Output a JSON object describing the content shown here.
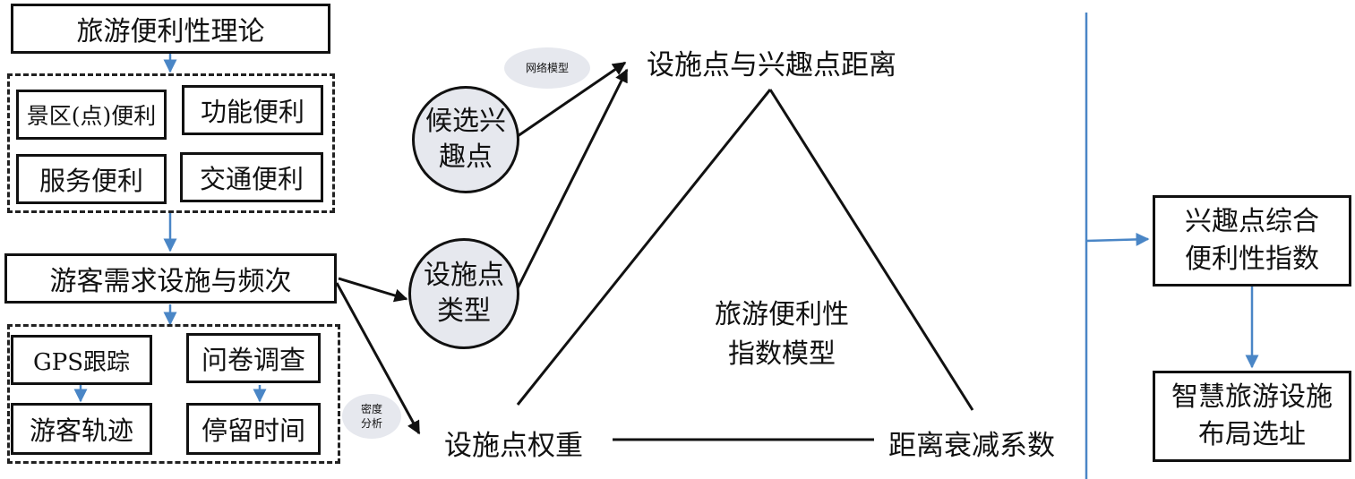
{
  "theory": {
    "title": "旅游便利性理论",
    "items": [
      "景区(点)便利",
      "功能便利",
      "服务便利",
      "交通便利"
    ]
  },
  "demand": {
    "title": "游客需求设施与频次",
    "items": [
      "GPS跟踪",
      "问卷调查",
      "游客轨迹",
      "停留时间"
    ]
  },
  "circles": {
    "candidate": [
      "候选兴",
      "趣点"
    ],
    "facility_type": [
      "设施点",
      "类型"
    ]
  },
  "bubbles": {
    "network": "网络模型",
    "density": [
      "密度",
      "分析"
    ]
  },
  "triangle": {
    "top": "设施点与兴趣点距离",
    "left": "设施点权重",
    "right": "距离衰减系数",
    "center": [
      "旅游便利性",
      "指数模型"
    ]
  },
  "results": {
    "index": [
      "兴趣点综合",
      "便利性指数"
    ],
    "site": [
      "智慧旅游设施",
      "布局选址"
    ]
  },
  "colors": {
    "arrow_blue": "#4a86c6",
    "line_black": "#111111",
    "circle_fill": "#e6e8ee"
  }
}
